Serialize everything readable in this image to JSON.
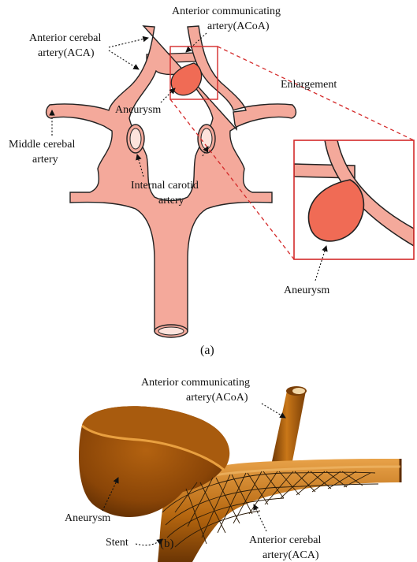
{
  "figure_a": {
    "labels": {
      "acoa": [
        "Anterior communicating",
        "artery(ACoA)"
      ],
      "aca": [
        "Anterior cerebal",
        "artery(ACA)"
      ],
      "enlargement": "Enlargement",
      "aneurysm": "Aneurysm",
      "mca": [
        "Middle cerebal",
        "artery"
      ],
      "ica": [
        "Internal carotid",
        "artery"
      ],
      "aneurysm_zoom": "Aneurysm"
    },
    "caption": "(a)"
  },
  "figure_b": {
    "labels": {
      "acoa": [
        "Anterior communicating",
        "artery(ACoA)"
      ],
      "aneurysm": "Aneurysm",
      "stent": "Stent",
      "aca": [
        "Anterior cerebal",
        "artery(ACA)"
      ]
    },
    "caption": "(b)"
  },
  "colors": {
    "artery_fill": "#f4a99b",
    "artery_outline": "#222222",
    "aneurysm_fill": "#f06b55",
    "inset_red": "#d42a2a",
    "model_dark": "#7a3e06",
    "model_mid": "#b3650f",
    "model_light": "#e09a3c"
  }
}
